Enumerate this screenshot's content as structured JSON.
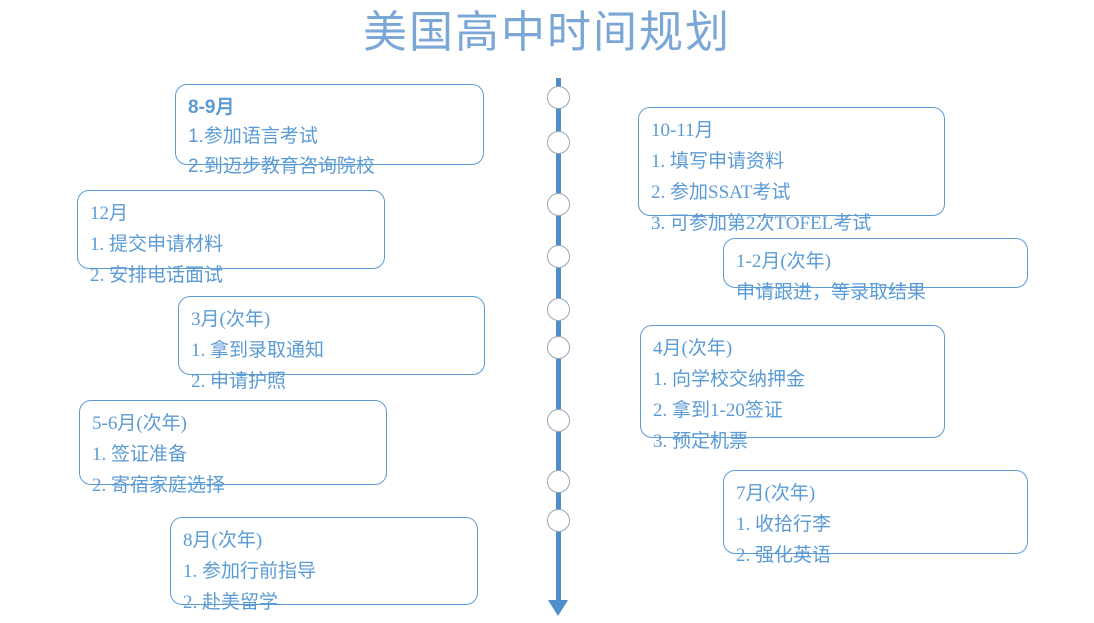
{
  "title": "美国高中时间规划",
  "accent_color": "#5B9BD5",
  "title_color": "#7BA7D7",
  "axis_color": "#4E8FCB",
  "node_border_color": "#9BA7B4",
  "timeline": {
    "node_count": 9,
    "arrow": "down-arrow"
  },
  "boxes": [
    {
      "id": "aug-sep",
      "side": "left",
      "font": "sans-bold",
      "heading": "8-9月",
      "lines": [
        "1.参加语言考试",
        "2.到迈步教育咨询院校"
      ]
    },
    {
      "id": "oct-nov",
      "side": "right",
      "font": "serif",
      "heading": "10-11月",
      "lines": [
        "1. 填写申请资料",
        "2. 参加SSAT考试",
        "3. 可参加第2次TOFEL考试"
      ]
    },
    {
      "id": "dec",
      "side": "left",
      "font": "serif",
      "heading": "12月",
      "lines": [
        "1. 提交申请材料",
        "2. 安排电话面试"
      ]
    },
    {
      "id": "jan-feb",
      "side": "right",
      "font": "serif",
      "heading": "1-2月(次年)",
      "lines": [
        "申请跟进，等录取结果"
      ]
    },
    {
      "id": "mar",
      "side": "left",
      "font": "serif",
      "heading": "3月(次年)",
      "lines": [
        "1. 拿到录取通知",
        "2. 申请护照"
      ]
    },
    {
      "id": "apr",
      "side": "right",
      "font": "serif",
      "heading": "4月(次年)",
      "lines": [
        "1. 向学校交纳押金",
        "2. 拿到1-20签证",
        "3. 预定机票"
      ]
    },
    {
      "id": "may-jun",
      "side": "left",
      "font": "serif",
      "heading": "5-6月(次年)",
      "lines": [
        "1. 签证准备",
        "2. 寄宿家庭选择"
      ]
    },
    {
      "id": "jul",
      "side": "right",
      "font": "serif",
      "heading": "7月(次年)",
      "lines": [
        "1. 收拾行李",
        "2. 强化英语"
      ]
    },
    {
      "id": "aug",
      "side": "left",
      "font": "serif",
      "heading": "8月(次年)",
      "lines": [
        "1. 参加行前指导",
        "2. 赴美留学"
      ]
    }
  ]
}
